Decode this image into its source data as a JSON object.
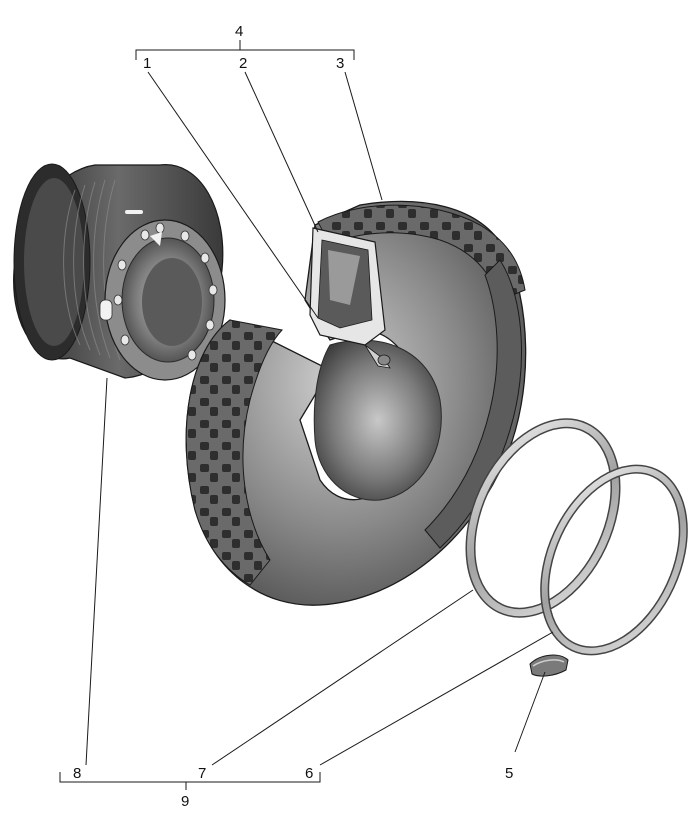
{
  "callouts": {
    "c1": "1",
    "c2": "2",
    "c3": "3",
    "c4": "4",
    "c5": "5",
    "c6": "6",
    "c7": "7",
    "c8": "8",
    "c9": "9"
  },
  "colors": {
    "line": "#1a1a1a",
    "rubber_dark": "#3a3a3a",
    "rubber_mid": "#777777",
    "rubber_light": "#bdbdbd",
    "metal": "#9a9a9a"
  }
}
